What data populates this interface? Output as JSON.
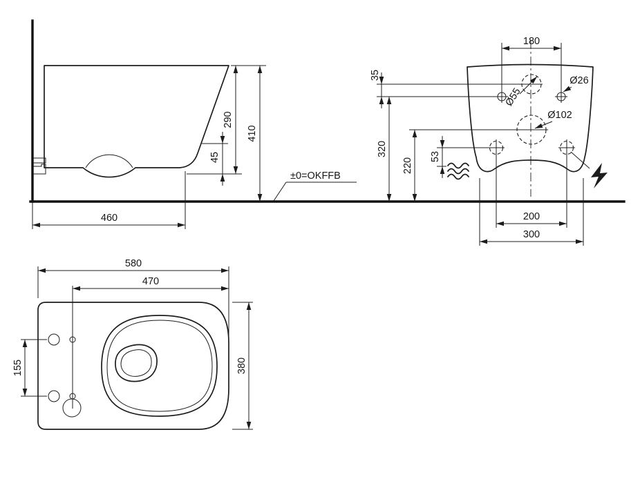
{
  "drawing": {
    "subject": "wall-hung-toilet-dimension-drawing"
  },
  "dims": {
    "side_height_body": "290",
    "side_height_total": "410",
    "side_bottom_offset": "45",
    "side_depth": "460",
    "floor_ref": "±0=OKFFB",
    "rear_top_hole_spacing": "180",
    "rear_flush_offset": "35",
    "rear_flush_hole_dia": "Ø55",
    "rear_small_hole_dia": "Ø26",
    "rear_drain_hole_dia": "Ø102",
    "rear_mount_height": "320",
    "rear_drain_height": "220",
    "rear_water_offset": "53",
    "rear_fixing_spacing": "200",
    "rear_bottom_spacing": "300",
    "top_width_total": "580",
    "top_width_seat": "470",
    "top_hinge_spacing": "155",
    "top_depth_total": "380"
  },
  "icons": {
    "water_supply": "wave-lines",
    "electrical": "lightning-bolt"
  },
  "colors": {
    "ink": "#1c1c1c",
    "background": "#ffffff"
  }
}
